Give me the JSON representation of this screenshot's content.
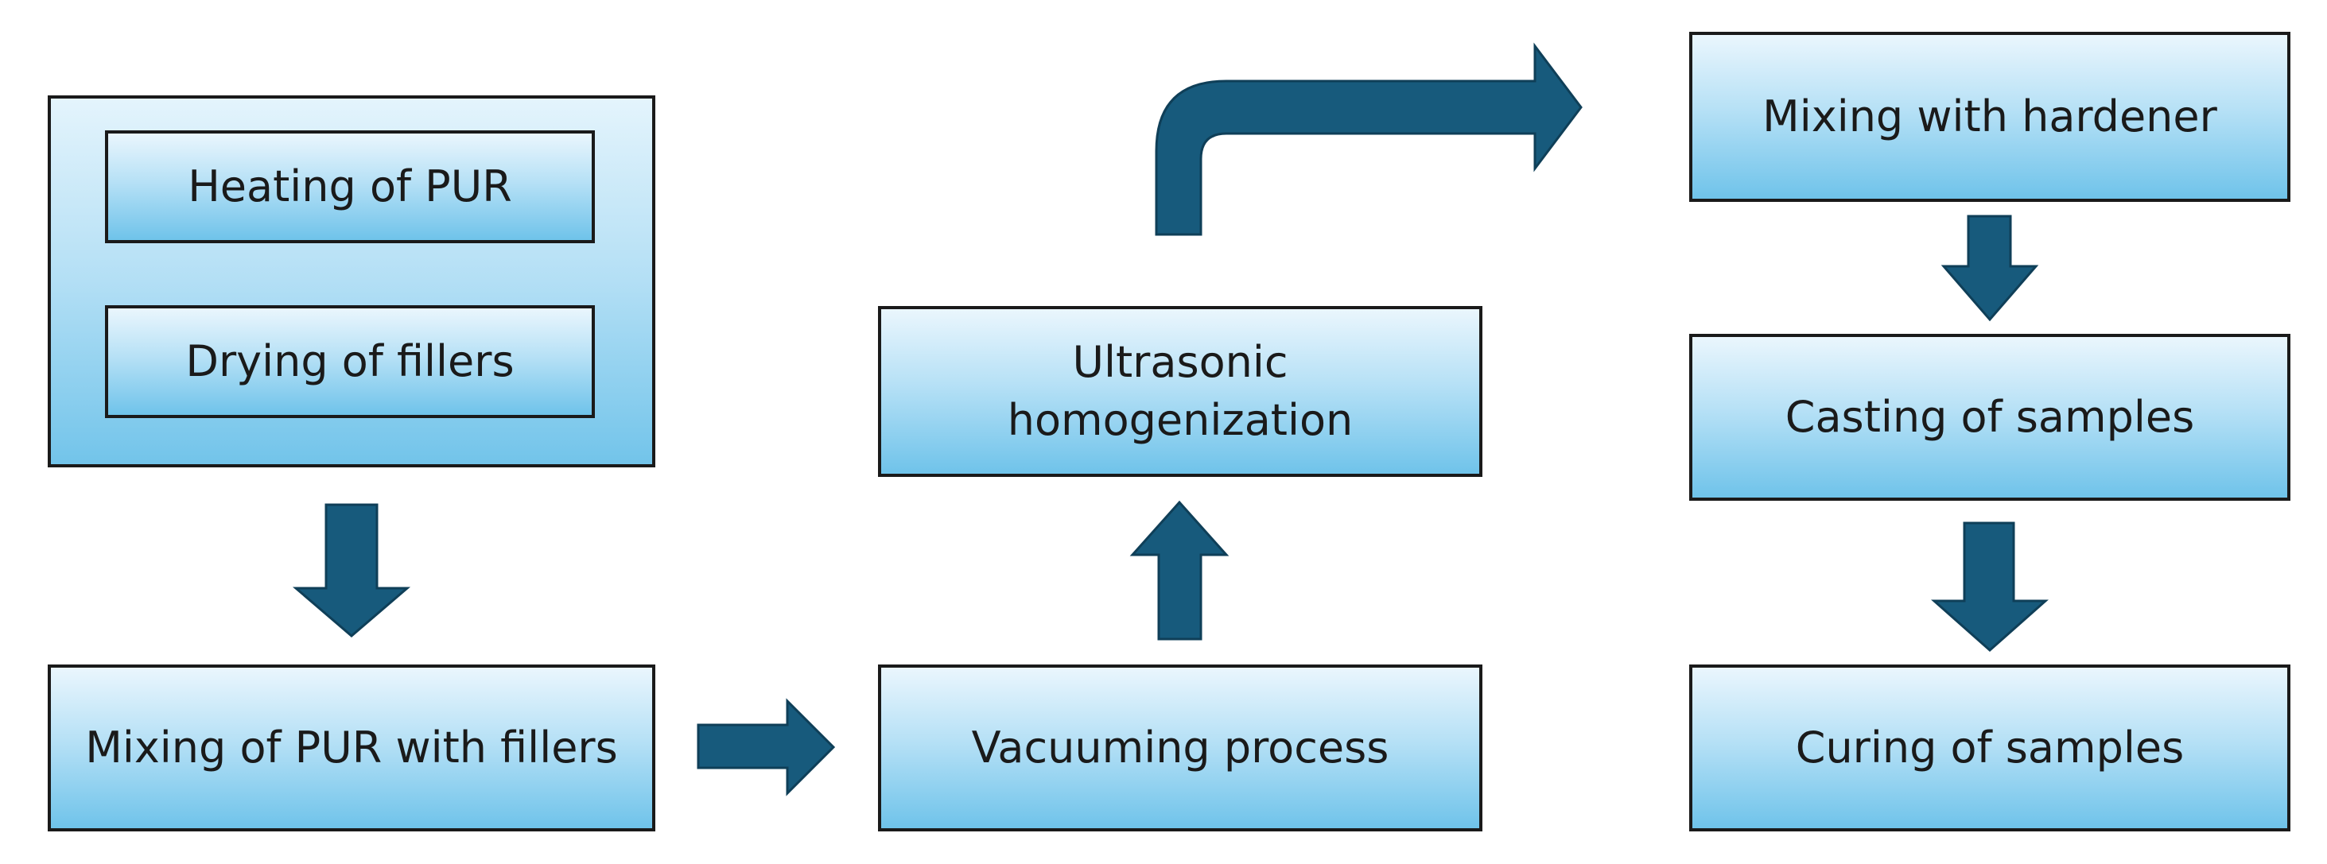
{
  "steps": {
    "heating": "Heating of PUR",
    "drying": "Drying of fillers",
    "mixing_fillers": "Mixing of PUR with fillers",
    "vacuuming": "Vacuuming process",
    "ultrasonic_line1": "Ultrasonic",
    "ultrasonic_line2": "homogenization",
    "hardener": "Mixing with hardener",
    "casting": "Casting of samples",
    "curing": "Curing of samples"
  },
  "colors": {
    "arrow": "#175a7c",
    "box_top": "#eaf6fd",
    "box_bottom": "#6fc3ea",
    "border": "#1a1a1a"
  }
}
